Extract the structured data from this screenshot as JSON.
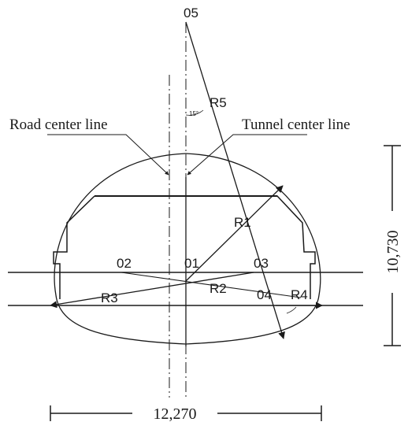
{
  "labels": {
    "point_o5": "05",
    "point_o1": "01",
    "point_o2": "02",
    "point_o3": "03",
    "point_o4": "04",
    "radius_r1": "R1",
    "radius_r2": "R2",
    "radius_r3": "R3",
    "radius_r4": "R4",
    "radius_r5": "R5",
    "angle": "15°",
    "road_center_line": "Road center line",
    "tunnel_center_line": "Tunnel center line",
    "width_dimension": "12,270",
    "height_dimension": "10,730"
  },
  "colors": {
    "ink": "#1a1a1a",
    "background": "#ffffff"
  }
}
